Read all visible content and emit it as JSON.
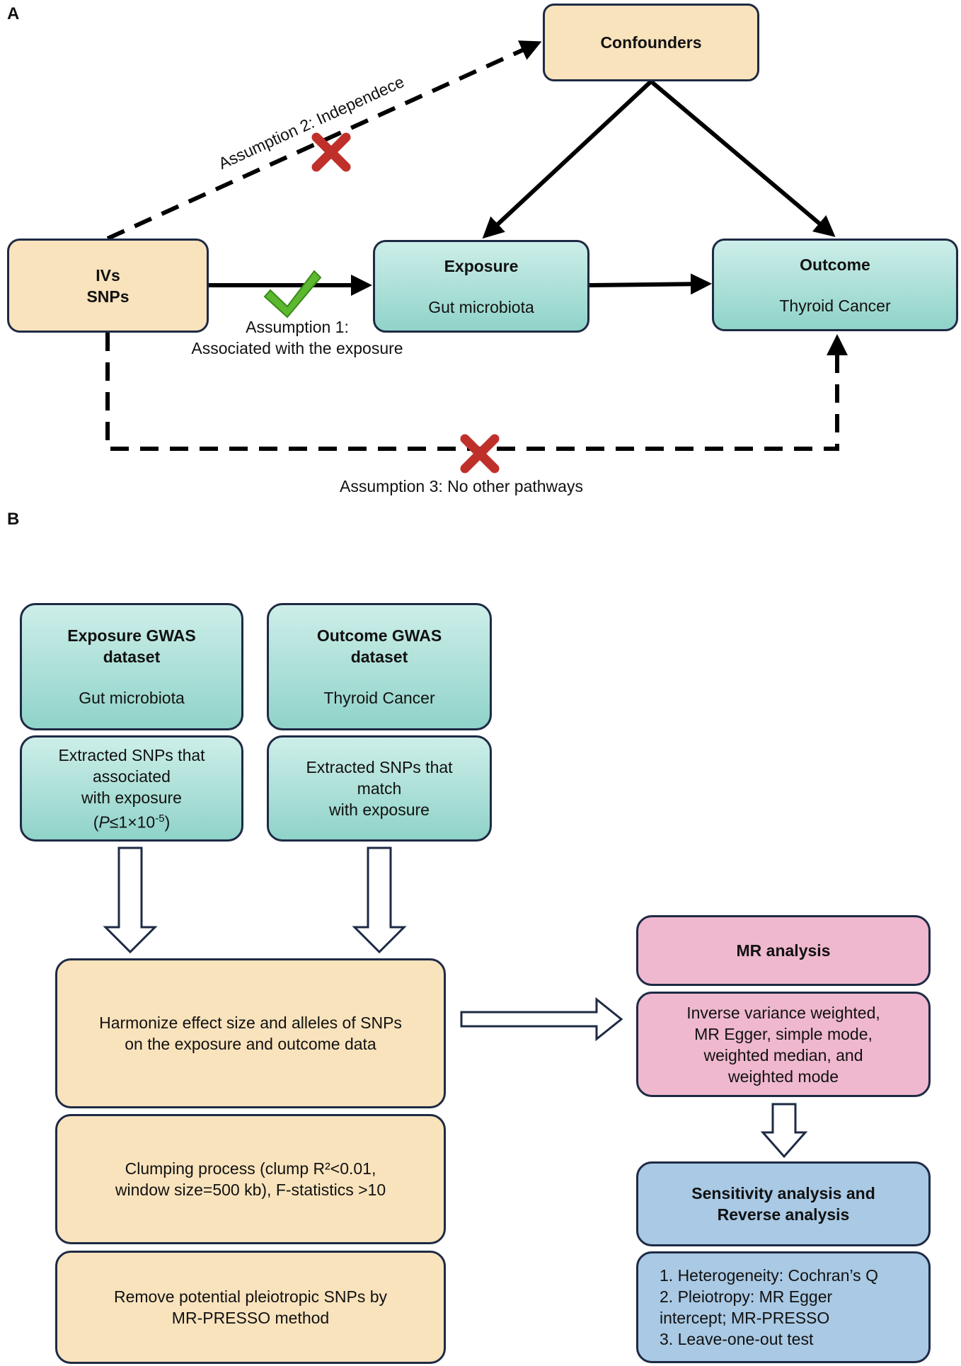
{
  "panel_a": {
    "label": "A",
    "confounders": "Confounders",
    "ivs_line1": "IVs",
    "ivs_line2": "SNPs",
    "exposure_title": "Exposure",
    "exposure_sub": "Gut microbiota",
    "outcome_title": "Outcome",
    "outcome_sub": "Thyroid Cancer",
    "assumption1_line1": "Assumption 1:",
    "assumption1_line2": "Associated with the exposure",
    "assumption2": "Assumption 2: Independece",
    "assumption3": "Assumption 3: No other pathways",
    "colors": {
      "beige": "#f9e3bd",
      "teal": "#8fd3c9",
      "check": "#5cb82f",
      "cross": "#c0302b"
    }
  },
  "panel_b": {
    "label": "B",
    "exposure_gwas_title_1": "Exposure GWAS",
    "exposure_gwas_title_2": "dataset",
    "exposure_gwas_sub": "Gut microbiota",
    "outcome_gwas_title_1": "Outcome GWAS",
    "outcome_gwas_title_2": "dataset",
    "outcome_gwas_sub": "Thyroid Cancer",
    "extract_exposure": [
      "Extracted SNPs that",
      "associated",
      "with exposure"
    ],
    "extract_exposure_p_open": "(",
    "extract_exposure_p_italic": "P",
    "extract_exposure_p_rest": "≤1×10",
    "extract_exposure_p_exp": "-5",
    "extract_exposure_p_close": ")",
    "extract_outcome": [
      "Extracted SNPs that",
      "match",
      "with exposure"
    ],
    "harmonize": [
      "Harmonize effect size and alleles of SNPs",
      "on the exposure and outcome data"
    ],
    "clumping": [
      "Clumping process (clump R²<0.01,",
      "window size=500 kb), F-statistics >10"
    ],
    "remove": [
      "Remove potential pleiotropic SNPs by",
      "MR-PRESSO method"
    ],
    "mr_title": "MR analysis",
    "mr_methods": [
      "Inverse variance weighted,",
      "MR Egger, simple mode,",
      "weighted median, and",
      "weighted mode"
    ],
    "sensitivity_title": [
      "Sensitivity analysis and",
      "Reverse analysis"
    ],
    "sensitivity_items": [
      "1. Heterogeneity: Cochran’s Q",
      "2. Pleiotropy: MR Egger",
      "intercept; MR-PRESSO",
      "3. Leave-one-out test"
    ],
    "colors": {
      "beige": "#f9e3bd",
      "teal": "#8fd3c9",
      "pink": "#efb8cf",
      "blue": "#a9c9e4",
      "border": "#1e2a44"
    }
  }
}
